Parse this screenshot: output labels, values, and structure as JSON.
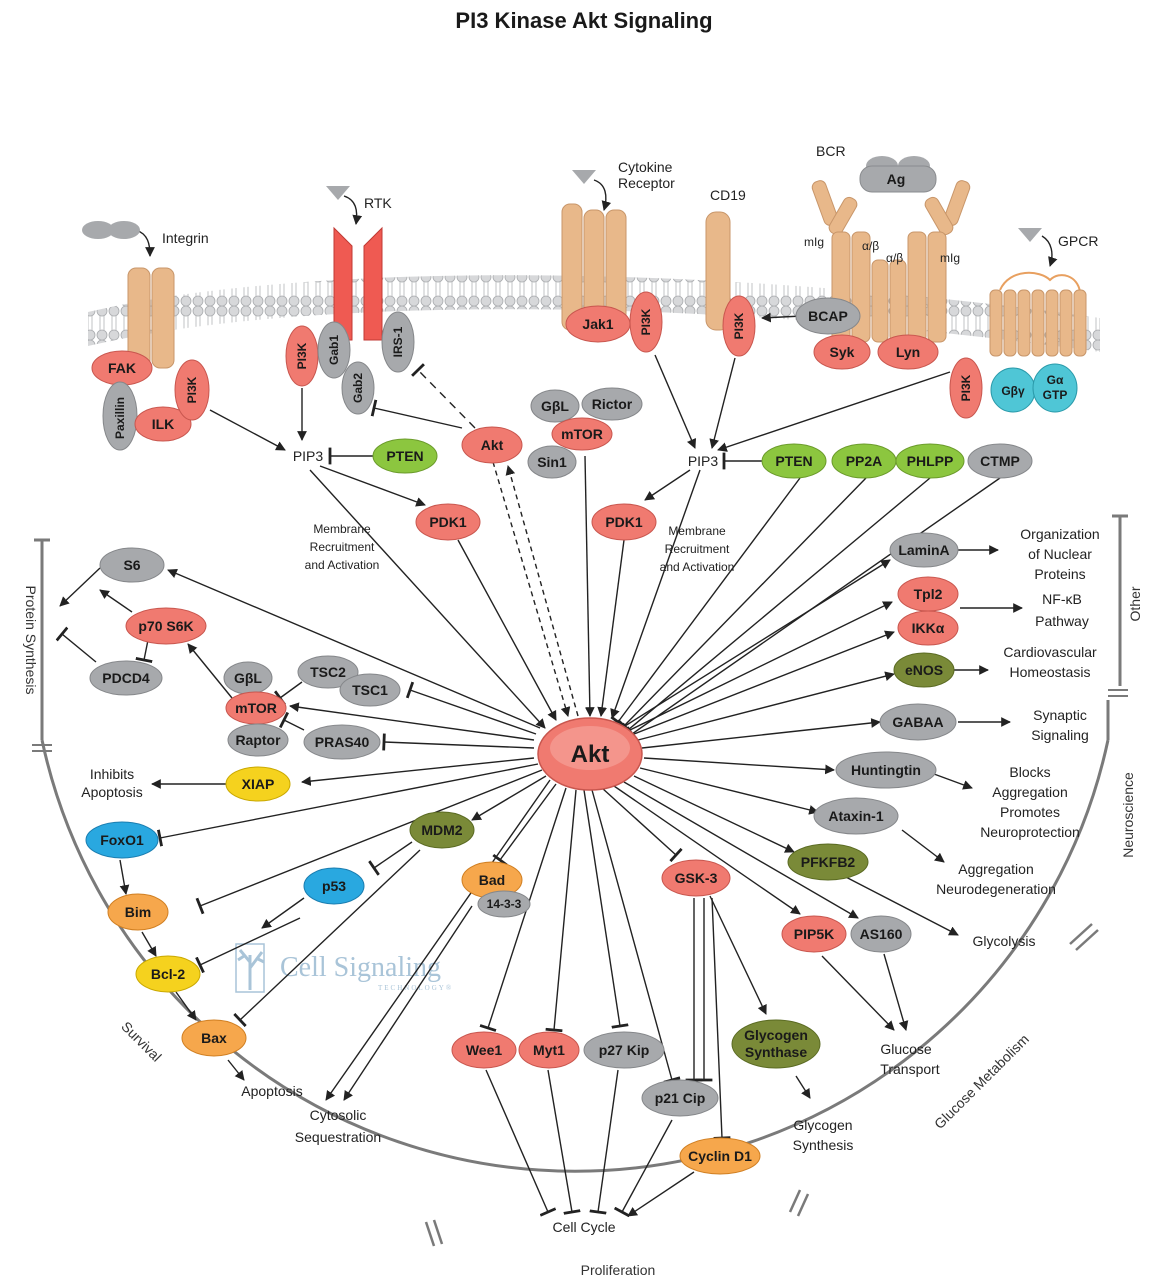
{
  "title": "PI3 Kinase Akt Signaling",
  "colors": {
    "red": "#f07a70",
    "gray": "#a7a9ac",
    "green": "#8cc63f",
    "olive": "#7a8a38",
    "yellow": "#f5d21e",
    "orange": "#f6a74c",
    "blue": "#29a8e0",
    "teal": "#4fc6d6",
    "receptor": "#e8b88a",
    "rtk": "#ef5a52",
    "membrane": "#cfd0d2"
  },
  "receptors": {
    "integrin": "Integrin",
    "rtk": "RTK",
    "cytokine_line1": "Cytokine",
    "cytokine_line2": "Receptor",
    "cd19": "CD19",
    "bcr": "BCR",
    "gpcr": "GPCR",
    "ag": "Ag",
    "mig_left": "mIg",
    "mig_right": "mIg",
    "alpha_beta_1": "α/β",
    "alpha_beta_2": "α/β"
  },
  "nodes": {
    "fak": "FAK",
    "paxillin": "Paxillin",
    "ilk": "ILK",
    "pi3k_integrin": "PI3K",
    "pi3k_rtk": "PI3K",
    "gab1": "Gab1",
    "gab2": "Gab2",
    "irs1": "IRS-1",
    "pip3_left": "PIP3",
    "pten_left": "PTEN",
    "akt_upper": "Akt",
    "pdk1_left": "PDK1",
    "gbl_upper": "GβL",
    "rictor": "Rictor",
    "mtor_upper": "mTOR",
    "sin1": "Sin1",
    "jak1": "Jak1",
    "pi3k_cytokine": "PI3K",
    "pi3k_cd19": "PI3K",
    "bcap": "BCAP",
    "syk": "Syk",
    "lyn": "Lyn",
    "pi3k_gpcr": "PI3K",
    "gbg": "Gβγ",
    "ga_line1": "Gα",
    "ga_line2": "GTP",
    "pip3_right": "PIP3",
    "pten_right": "PTEN",
    "pp2a": "PP2A",
    "phlpp": "PHLPP",
    "ctmp": "CTMP",
    "pdk1_right": "PDK1",
    "s6": "S6",
    "p70s6k": "p70 S6K",
    "pdcd4": "PDCD4",
    "gbl_lower": "GβL",
    "mtor_lower": "mTOR",
    "raptor": "Raptor",
    "tsc2": "TSC2",
    "tsc1": "TSC1",
    "pras40": "PRAS40",
    "akt_center": "Akt",
    "xiap": "XIAP",
    "foxo1": "FoxO1",
    "mdm2": "MDM2",
    "p53": "p53",
    "bim": "Bim",
    "bcl2": "Bcl-2",
    "bax": "Bax",
    "bad": "Bad",
    "bad_1433": "14-3-3",
    "wee1": "Wee1",
    "myt1": "Myt1",
    "p27kip": "p27 Kip",
    "p21cip": "p21 Cip",
    "gsk3": "GSK-3",
    "cyclind1": "Cyclin D1",
    "glycogen_synthase_line1": "Glycogen",
    "glycogen_synthase_line2": "Synthase",
    "pip5k": "PIP5K",
    "as160": "AS160",
    "pfkfb2": "PFKFB2",
    "ataxin1": "Ataxin-1",
    "huntingtin": "Huntingtin",
    "gabaa": "GABAA",
    "enos": "eNOS",
    "ikka": "IKKα",
    "tpl2": "Tpl2",
    "lamina": "LaminA"
  },
  "labels": {
    "membrane_left_1": "Membrane",
    "membrane_left_2": "Recruitment",
    "membrane_left_3": "and Activation",
    "membrane_right_1": "Membrane",
    "membrane_right_2": "Recruitment",
    "membrane_right_3": "and Activation",
    "inhibits_apoptosis_1": "Inhibits",
    "inhibits_apoptosis_2": "Apoptosis",
    "apoptosis": "Apoptosis",
    "cytosolic_1": "Cytosolic",
    "cytosolic_2": "Sequestration",
    "cell_cycle": "Cell Cycle",
    "glycogen_synthesis_1": "Glycogen",
    "glycogen_synthesis_2": "Synthesis",
    "glucose_transport_1": "Glucose",
    "glucose_transport_2": "Transport",
    "glycolysis": "Glycolysis",
    "aggregation_1": "Aggregation",
    "aggregation_2": "Neurodegeneration",
    "blocks_1": "Blocks",
    "blocks_2": "Aggregation",
    "blocks_3": "Promotes",
    "blocks_4": "Neuroprotection",
    "synaptic_1": "Synaptic",
    "synaptic_2": "Signaling",
    "cardio_1": "Cardiovascular",
    "cardio_2": "Homeostasis",
    "nfkb_1": "NF-κB",
    "nfkb_2": "Pathway",
    "nuclear_1": "Organization",
    "nuclear_2": "of Nuclear",
    "nuclear_3": "Proteins"
  },
  "sections": {
    "protein_synthesis": "Protein Synthesis",
    "survival": "Survival",
    "proliferation": "Proliferation",
    "glucose_metabolism": "Glucose Metabolism",
    "neuroscience": "Neuroscience",
    "other": "Other"
  },
  "watermark": {
    "name": "Cell Signaling",
    "sub": "TECHNOLOGY®"
  }
}
